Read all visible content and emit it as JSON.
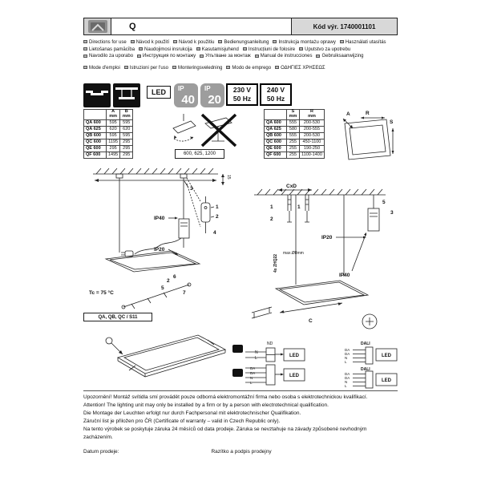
{
  "header": {
    "model": "Q",
    "code": "Kód výr. 1740001101"
  },
  "languages": {
    "row1": [
      "Directions for use",
      "Návod k použití",
      "Návod k použitiu",
      "Bedienungsanleitung",
      "Instrukcja montażu oprawy",
      "Használati utasítás",
      "Lietošanas pamācība",
      "Naudojimosi insrukcija",
      "Kasutamisjuhend",
      "Instrucțiuni de folosire",
      "Uputstvo za upotrebu",
      "Navodilo za uporabo",
      "Инструкция по монтажу",
      "Упътване за монтаж",
      "Manual de instrucciones",
      "Gebruiksaanwijzing"
    ],
    "row2": [
      "Mode d'emploi",
      "Istruzioni per l'uso",
      "Monteringsveledning",
      "Modo de emprego",
      "ΟΔΗΓΙΕΣ ΧΡΗΣΕΩΣ"
    ]
  },
  "badges": {
    "led": "LED",
    "ip40": {
      "prefix": "IP",
      "value": "40"
    },
    "ip20": {
      "prefix": "IP",
      "value": "20"
    },
    "voltage1": {
      "volts": "230 V",
      "freq": "50 Hz"
    },
    "voltage2": {
      "volts": "240 V",
      "freq": "50 Hz"
    }
  },
  "dim_table": {
    "headers": [
      "",
      "A\nmm",
      "B\nmm"
    ],
    "rows": [
      [
        "QA 600",
        "595",
        "595"
      ],
      [
        "QA 625",
        "620",
        "620"
      ],
      [
        "QB 600",
        "595",
        "595"
      ],
      [
        "QC 600",
        "1195",
        "295"
      ],
      [
        "QE 600",
        "295",
        "295"
      ],
      [
        "QF 600",
        "1495",
        "295"
      ]
    ]
  },
  "range_table": {
    "headers": [
      "",
      "S\nmm",
      "R\nmm"
    ],
    "rows": [
      [
        "QA 600",
        "555",
        "200-530"
      ],
      [
        "QA 625",
        "580",
        "200-555"
      ],
      [
        "QB 600",
        "555",
        "200-530"
      ],
      [
        "QC 600",
        "255",
        "450-1100"
      ],
      [
        "QE 600",
        "255",
        "190-250"
      ],
      [
        "QF 600",
        "255",
        "1100-1400"
      ]
    ]
  },
  "labels": {
    "sizes": "600, 625, 1200",
    "tc": "Tc = 75 °C",
    "models_strip": "QA, QB, QC / S11",
    "cxd": "CxD",
    "screws": "4x ZHQ22",
    "hole": "max.Ø8mm",
    "ip40": "IP40",
    "ip20": "IP20",
    "dim15": "15",
    "dim_a": "A",
    "dim_r": "R",
    "dim_s": "S",
    "dim_c": "C"
  },
  "steps": [
    "1",
    "2",
    "3",
    "4",
    "5",
    "6",
    "7"
  ],
  "wiring": {
    "nd": "ND",
    "dali": "DALI",
    "led": "LED",
    "n": "N",
    "l": "L",
    "da": "DA"
  },
  "warnings": [
    "Upozornění! Montáž svítidla smí provádět pouze odborná elektromontážní firma nebo osoba s elektrotechnickou kvalifikací.",
    "Attention! The lighting unit may only be installed by a firm or by a person with electrotechnical qualification.",
    "Die Montage der Leuchten erfolgt nur durch Fachpersonal mit elektrotechnischer Qualifikation.",
    "Záruční list je přiložen pro ČR (Certificate of warranty – valid in Czech Republic only).",
    "Na tento výrobek se poskytuje záruka 24 měsíců od data prodeje. Záruka se nevztahuje na závady způsobené nevhodným zacházením."
  ],
  "footer": {
    "date_label": "Datum prodeje:",
    "stamp_label": "Razítko a podpis prodejny"
  }
}
